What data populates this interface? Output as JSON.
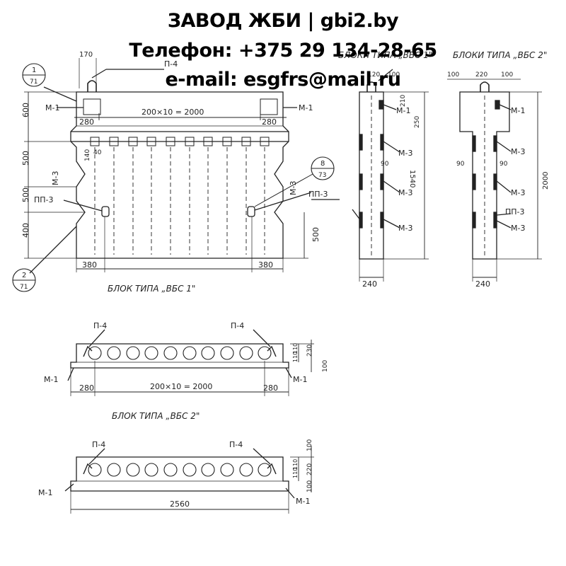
{
  "header": {
    "title": "ЗАВОД ЖБИ | gbi2.by",
    "phone": "Телефон: +375 29 134-28-65",
    "email": "e-mail: esgfrs@mail.ru"
  },
  "views": {
    "vbs1_front": {
      "caption": "БЛОК ТИПА „ВБС 1\"",
      "dims": {
        "top_offset": "170",
        "left_end": "280",
        "middle": "200×10 = 2000",
        "right_end": "280",
        "h1": "600",
        "h2": "500",
        "h3": "500",
        "h4": "400",
        "right_h": "500",
        "bottom_left": "380",
        "bottom_right": "380",
        "slot_w": "140",
        "slot_h": "40"
      },
      "labels": {
        "top_loop": "П-4",
        "m1_left": "М-1",
        "m1_right": "М-1",
        "m3_left": "М-3",
        "m3_right": "М-3",
        "pp3_left": "ПП-3",
        "pp3_right": "ПП-3"
      },
      "callouts": [
        {
          "num": "1",
          "sheet": "71"
        },
        {
          "num": "2",
          "sheet": "71"
        },
        {
          "num": "8",
          "sheet": "73"
        }
      ]
    },
    "vbs1_side": {
      "title": "БЛОКИ ТИПА „ВБС 1\"",
      "dims": {
        "top_a": "120",
        "top_b": "100",
        "d210": "210",
        "d250": "250",
        "d90": "90",
        "height": "1540",
        "width": "240"
      },
      "labels": {
        "m1": "М-1",
        "m3a": "М-3",
        "m3b": "М-3",
        "m3c": "М-3"
      }
    },
    "vbs2_side": {
      "title": "БЛОКИ ТИПА „ВБС 2\"",
      "dims": {
        "top_a": "100",
        "top_b": "220",
        "top_c": "100",
        "d90_left": "90",
        "d90_right": "90",
        "height": "2000",
        "width": "240"
      },
      "labels": {
        "m1": "М-1",
        "m3a": "М-3",
        "m3b": "М-3",
        "pp3": "ПП-3",
        "m3c": "М-3"
      }
    },
    "vbs2_plan": {
      "caption": "БЛОК ТИПА „ВБС 2\"",
      "dims": {
        "left": "280",
        "middle": "200×10 = 2000",
        "right": "280",
        "v110a": "110",
        "v110b": "110",
        "v230": "230",
        "v100": "100"
      },
      "labels": {
        "p4_left": "П-4",
        "p4_right": "П-4",
        "m1_left": "М-1",
        "m1_right": "М-1"
      }
    },
    "bottom_plan": {
      "dims": {
        "length": "2560",
        "v100": "100",
        "v110a": "110",
        "v110b": "110",
        "v220": "220",
        "v100b": "100"
      },
      "labels": {
        "p4_left": "П-4",
        "p4_right": "П-4",
        "m1_left": "М-1",
        "m1_right": "М-1"
      }
    }
  }
}
